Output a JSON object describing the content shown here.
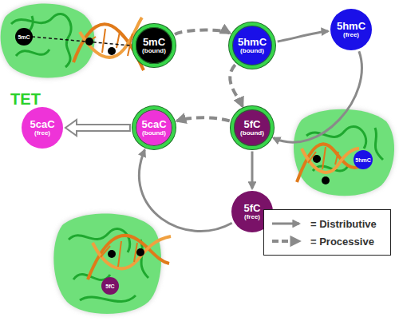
{
  "diagram": {
    "nodes": [
      {
        "text": [
          "5mC",
          "(bound)"
        ]
      },
      {
        "text": [
          "5hmC",
          "(bound)"
        ]
      },
      {
        "text": [
          "5hmC",
          "(free)"
        ]
      },
      {
        "text": [
          "5fC",
          "(bound)"
        ]
      },
      {
        "text": [
          "5caC",
          "(bound)"
        ]
      },
      {
        "text": [
          "5caC",
          "(free)"
        ]
      },
      {
        "text": [
          "5fC",
          "(free)"
        ]
      }
    ],
    "edges": [
      {
        "from": 0,
        "to": 1,
        "arrow": "to"
      },
      {
        "from": 1,
        "to": 2,
        "arrow": "to"
      },
      {
        "from": 1,
        "to": 3,
        "arrow": "to"
      },
      {
        "from": 2,
        "to": 3,
        "arrow": "to"
      },
      {
        "from": 3,
        "to": 4,
        "arrow": "to"
      },
      {
        "from": 3,
        "to": 6,
        "arrow": "to"
      },
      {
        "from": 6,
        "to": 4,
        "arrow": "to"
      },
      {
        "from": 4,
        "to": 5,
        "arrow": "to"
      }
    ],
    "labels": [
      "TET",
      "5mC",
      "5hmC",
      "5fC"
    ],
    "legend": [
      {
        "text": "= Distributive"
      },
      {
        "text": "= Processive"
      }
    ]
  }
}
